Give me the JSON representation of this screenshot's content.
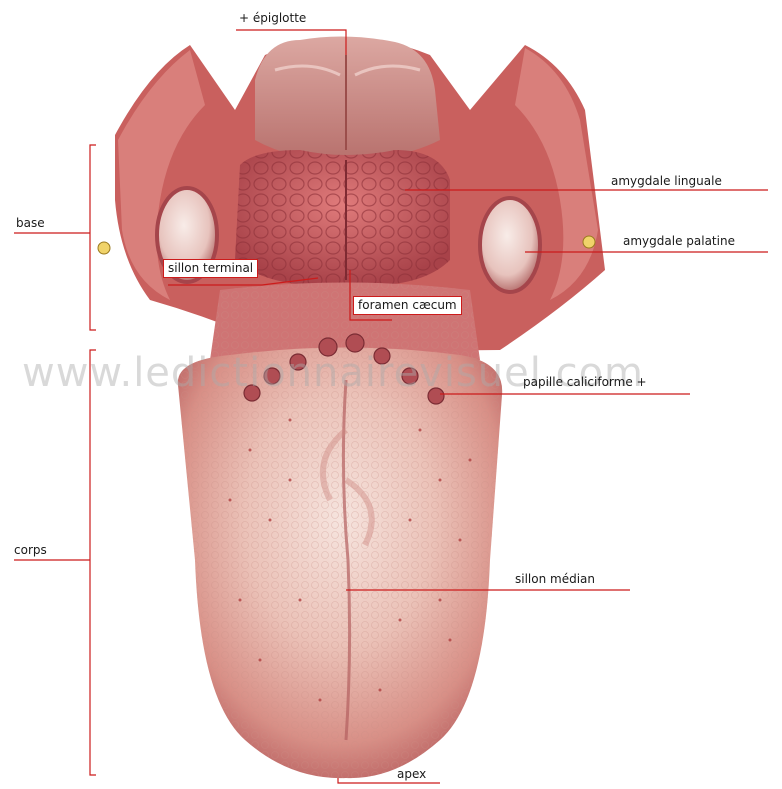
{
  "labels": {
    "epiglotte": "+ épiglotte",
    "amygdale_linguale": "amygdale linguale",
    "amygdale_palatine": "amygdale palatine",
    "sillon_terminal": "sillon terminal",
    "foramen_caecum": "foramen cæcum",
    "papille_caliciforme": "papille caliciforme +",
    "sillon_median": "sillon médian",
    "apex": "apex",
    "base": "base",
    "corps": "corps"
  },
  "watermark": "www.ledictionnairevisuel.com",
  "colors": {
    "leader_line": "#cc1b1b",
    "tongue_body": "#e3a39a",
    "tongue_shadow": "#b8565a",
    "mucosa": "#c9605e",
    "epiglottis": "#c98b85",
    "tonsil": "#f2e0dc"
  }
}
